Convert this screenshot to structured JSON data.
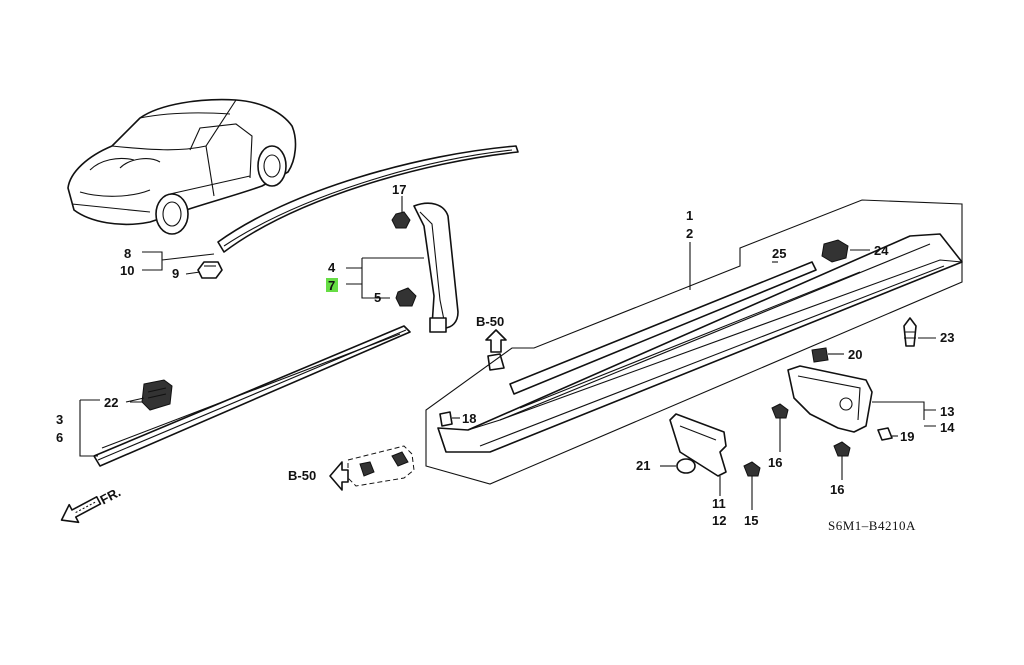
{
  "callouts": {
    "c1": "1",
    "c2": "2",
    "c3": "3",
    "c4": "4",
    "c5": "5",
    "c6": "6",
    "c7": "7",
    "c8": "8",
    "c9": "9",
    "c10": "10",
    "c11": "11",
    "c12": "12",
    "c13": "13",
    "c14": "14",
    "c15": "15",
    "c16": "16",
    "c17": "17",
    "c18": "18",
    "c19": "19",
    "c20": "20",
    "c21": "21",
    "c22": "22",
    "c23": "23",
    "c24": "24",
    "c25": "25"
  },
  "references": {
    "upper": "B-50",
    "lower": "B-50"
  },
  "direction": "FR.",
  "diagram_code": "S6M1–B4210A",
  "colors": {
    "highlight": "#66dd44",
    "line": "#111111",
    "background": "#ffffff"
  }
}
